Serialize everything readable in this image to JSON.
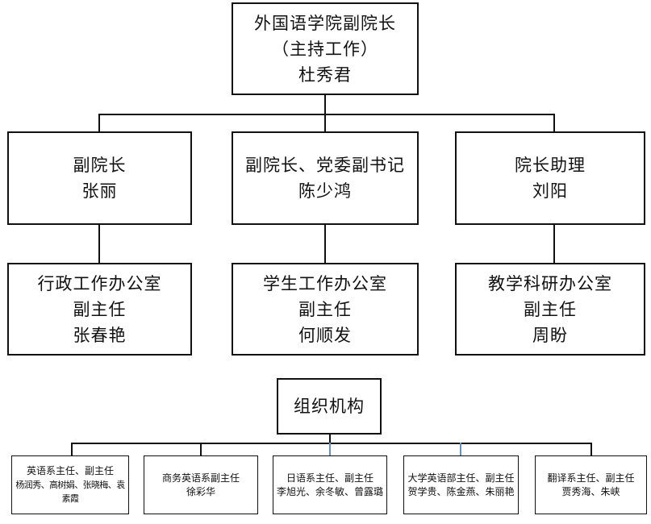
{
  "top": {
    "line1": "外国语学院副院长",
    "line2": "（主持工作）",
    "line3": "杜秀君"
  },
  "deputies": [
    {
      "title": "副院长",
      "name": "张丽"
    },
    {
      "title": "副院长、党委副书记",
      "name": "陈少鸿"
    },
    {
      "title": "院长助理",
      "name": "刘阳"
    }
  ],
  "offices": [
    {
      "office": "行政工作办公室",
      "role": "副主任",
      "name": "张春艳"
    },
    {
      "office": "学生工作办公室",
      "role": "副主任",
      "name": "何顺发"
    },
    {
      "office": "教学科研办公室",
      "role": "副主任",
      "name": "周盼"
    }
  ],
  "org": {
    "label": "组织机构"
  },
  "departments": [
    {
      "title": "英语系主任、副主任",
      "names": "杨润秀、高树娟、张晓梅、袁素霞"
    },
    {
      "title": "商务英语系副主任",
      "names": "徐彩华"
    },
    {
      "title": "日语系主任、副主任",
      "names": "李旭光、余冬敏、曾露璐"
    },
    {
      "title": "大学英语部主任、副主任",
      "names": "贺学贵、陈金燕、朱丽艳"
    },
    {
      "title": "翻译系主任、副主任",
      "names": "贾秀海、朱峡"
    }
  ]
}
